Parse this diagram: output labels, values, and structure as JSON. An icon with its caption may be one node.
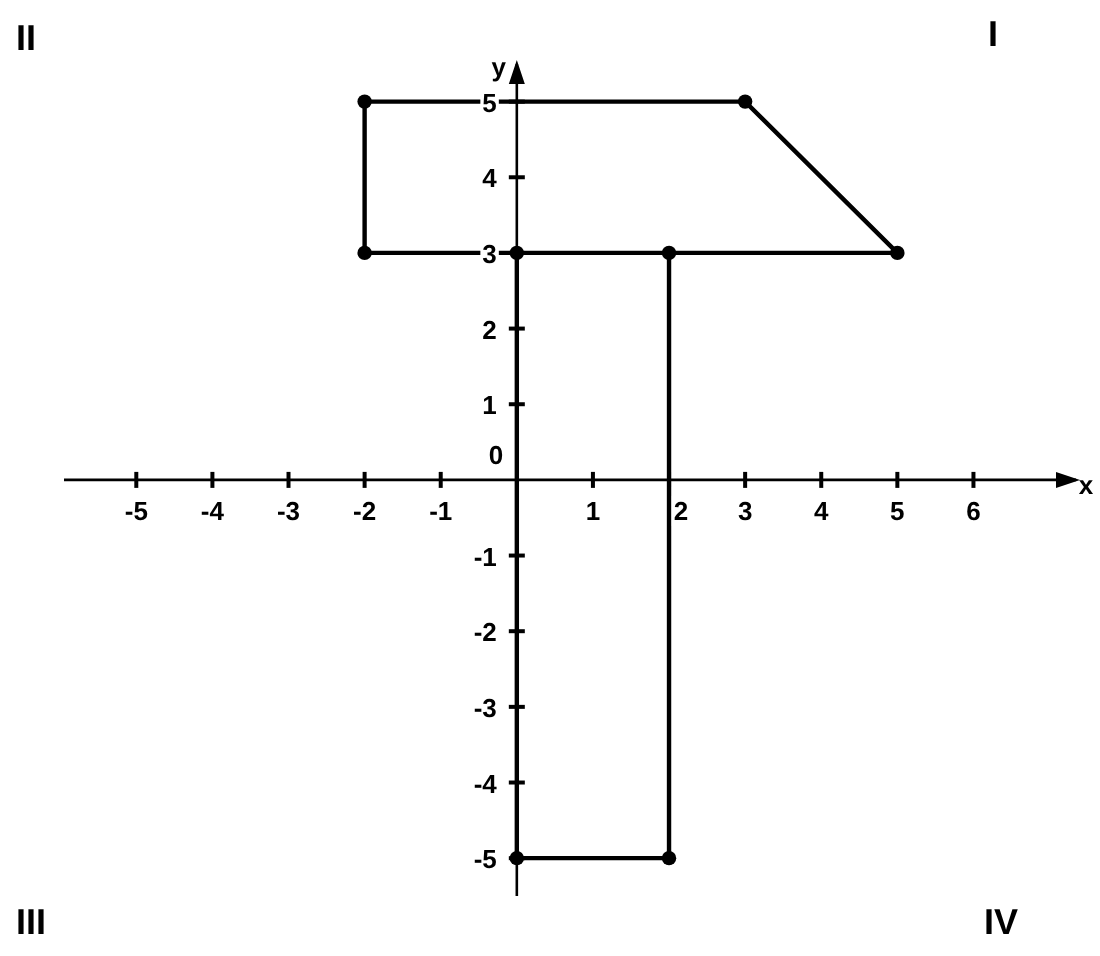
{
  "diagram": {
    "labels": [
      "II",
      "I",
      "0",
      "III",
      "IV"
    ],
    "chart_data": {
      "type": "line",
      "xlabel": "x",
      "ylabel": "y",
      "x": [
        -2,
        -2,
        3,
        5,
        2,
        2,
        0,
        0,
        -2,
        2
      ],
      "series": [
        {
          "color": "#000000",
          "marker": "circle",
          "values": [
            3,
            5,
            5,
            3,
            3,
            -5,
            -5,
            3,
            3,
            3
          ]
        }
      ],
      "xlim": [
        -5.95,
        7.4
      ],
      "ylim": [
        -5.5,
        5.55
      ],
      "xticks": [
        -5,
        -4,
        -3,
        -2,
        -1,
        1,
        2,
        3,
        4,
        5,
        6
      ],
      "yticks": [
        -5,
        -4,
        -3,
        -2,
        -1,
        1,
        2,
        3,
        4,
        5
      ]
    }
  }
}
